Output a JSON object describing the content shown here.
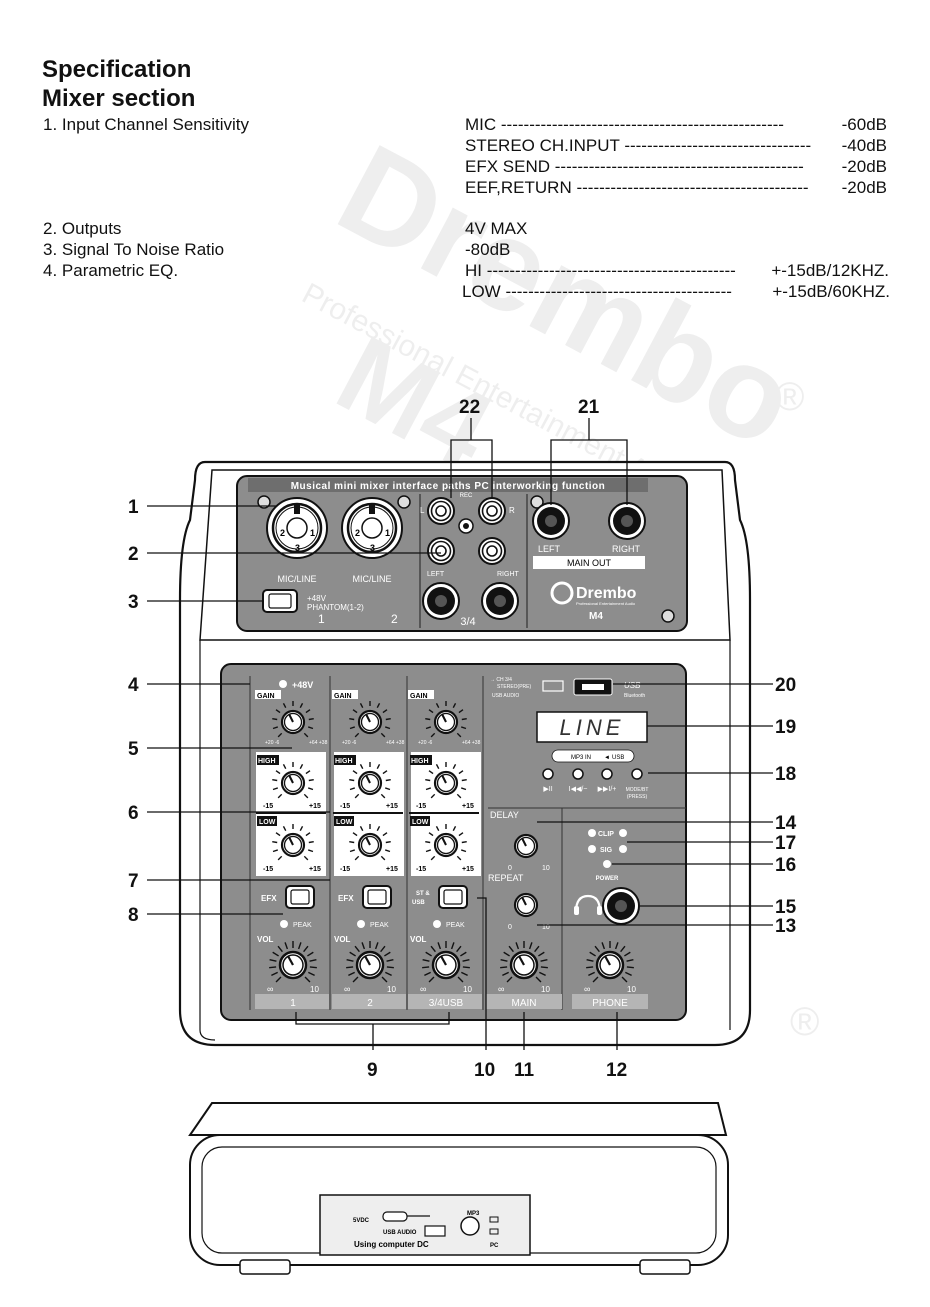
{
  "watermark": {
    "brand": "Drembo",
    "tagline": "Professional Entertainment Audio",
    "model": "M4",
    "reg": "®"
  },
  "header": {
    "title": "Specification",
    "subtitle": "Mixer section"
  },
  "specs": {
    "sensitivity": {
      "label": "1. Input Channel Sensitivity",
      "rows": [
        {
          "name": "MIC ",
          "dashes": "--------------------------------------------------",
          "value": "-60dB"
        },
        {
          "name": "STEREO CH.INPUT ",
          "dashes": "---------------------------------",
          "value": "-40dB"
        },
        {
          "name": "EFX SEND ",
          "dashes": "--------------------------------------------",
          "value": "-20dB"
        },
        {
          "name": "EEF,RETURN ",
          "dashes": "-----------------------------------------",
          "value": "-20dB"
        }
      ]
    },
    "outputs": {
      "label": "2. Outputs",
      "value": "4V MAX"
    },
    "snr": {
      "label": "3. Signal To Noise Ratio",
      "value": "-80dB"
    },
    "eq": {
      "label": "4. Parametric EQ.",
      "rows": [
        {
          "name": "HI ",
          "dashes": "--------------------------------------------",
          "value": "+-15dB/12KHZ."
        },
        {
          "name": "LOW ",
          "dashes": "----------------------------------------",
          "value": "+-15dB/60KHZ."
        }
      ]
    }
  },
  "callouts": [
    "1",
    "2",
    "3",
    "4",
    "5",
    "6",
    "7",
    "8",
    "9",
    "10",
    "11",
    "12",
    "13",
    "14",
    "15",
    "16",
    "17",
    "18",
    "19",
    "20",
    "21",
    "22"
  ],
  "device": {
    "banner": "Musical mini mixer interface paths PC interworking function",
    "mic_line": "MIC/LINE",
    "phantom": "+48V\nPHANTOM(1-2)",
    "phantom_l1": "+48V",
    "phantom_l2": "PHANTOM(1-2)",
    "ch1": "1",
    "ch2": "2",
    "ch34": "3/4",
    "rec": "REC",
    "L": "L",
    "R": "R",
    "left": "LEFT",
    "right": "RIGHT",
    "main_out": "MAIN OUT",
    "logo": "Drembo",
    "logo_tag": "Professional Entertainment Audio",
    "model": "M4",
    "plus48": "+48V",
    "gain": "GAIN",
    "high": "HIGH",
    "low": "LOW",
    "efx": "EFX",
    "st_usb": "ST &\nUSB",
    "st_usb_l1": "ST &",
    "st_usb_l2": "USB",
    "peak": "PEAK",
    "vol": "VOL",
    "gain_min": "+20\n-6",
    "gain_max": "+64\n+38",
    "eq_min": "-15",
    "eq_max": "+15",
    "vol_min": "∞",
    "vol_max": "10",
    "strip_labels": [
      "1",
      "2",
      "3/4USB",
      "MAIN",
      "PHONE"
    ],
    "usb_left": "CH 3/4\nSTEREO(PRE)",
    "usb_left_l1": "→ CH 3/4",
    "usb_left_l2": "STEREO(PRE)",
    "usb_audio": "USB AUDIO",
    "usb_right": "USB",
    "bluetooth": "Bluetooth",
    "display": "LINE",
    "mp3in": "MP3 IN ◄ USB",
    "mp3in_a": "MP3 IN",
    "mp3in_b": "USB",
    "transport": [
      "▶II",
      "I◀◀/−",
      "▶▶I/+",
      "MODE/BT\n(PRESS)"
    ],
    "t1": "▶II",
    "t2": "I◀◀/−",
    "t3": "▶▶I/+",
    "t4a": "MODE/BT",
    "t4b": "(PRESS)",
    "delay": "DELAY",
    "repeat": "REPEAT",
    "zero": "0",
    "ten": "10",
    "clip": "CLIP",
    "sig": "SIG",
    "power": "POWER",
    "rear_5vdc": "5VDC",
    "rear_usb_audio": "USB AUDIO",
    "rear_using": "Using computer DC",
    "rear_mp3": "MP3",
    "rear_pc": "PC"
  }
}
